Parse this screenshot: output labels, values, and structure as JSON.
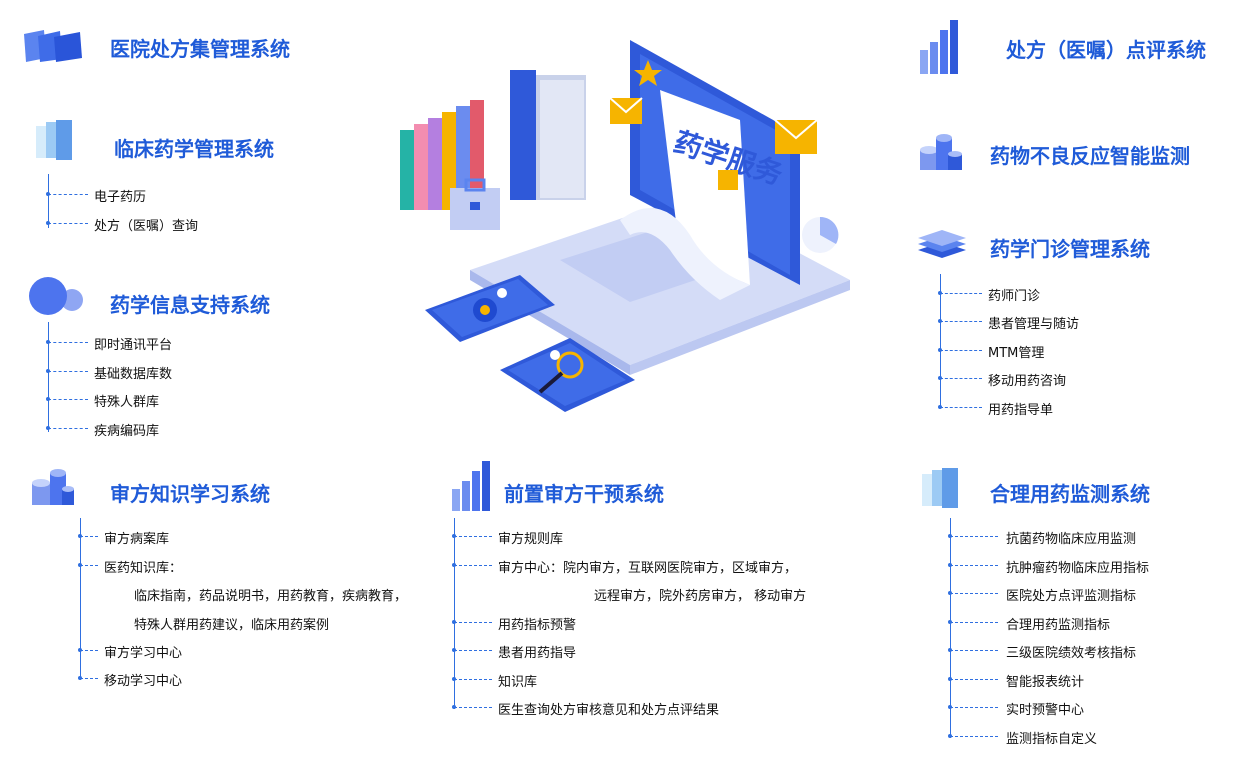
{
  "colors": {
    "accent": "#1f5bd8",
    "line": "#2f6fe0",
    "text": "#111111"
  },
  "systems": {
    "hospital": {
      "title": "医院处方集管理系统",
      "icon": "layers-icon"
    },
    "clinical": {
      "title": "临床药学管理系统",
      "icon": "panels-icon",
      "items": [
        "电子药历",
        "处方（医嘱）查询"
      ]
    },
    "info": {
      "title": "药学信息支持系统",
      "icon": "spheres-icon",
      "items": [
        "即时通讯平台",
        "基础数据库数",
        "特殊人群库",
        "疾病编码库"
      ]
    },
    "knowledge": {
      "title": "审方知识学习系统",
      "icon": "cylinders-icon",
      "items": [
        "审方病案库",
        "医药知识库：",
        "临床指南，药品说明书，用药教育，疾病教育，",
        "特殊人群用药建议，临床用药案例",
        "审方学习中心",
        "移动学习中心"
      ]
    },
    "prereview": {
      "title": "前置审方干预系统",
      "icon": "bar-chart-icon",
      "items": [
        "审方规则库",
        "审方中心：院内审方，互联网医院审方，区域审方，",
        "远程审方，院外药房审方，  移动审方",
        "用药指标预警",
        "患者用药指导",
        "知识库",
        "医生查询处方审核意见和处方点评结果"
      ]
    },
    "review": {
      "title": "处方（医嘱）点评系统",
      "icon": "bar-chart-icon"
    },
    "adverse": {
      "title": "药物不良反应智能监测",
      "icon": "cylinders-icon"
    },
    "clinic": {
      "title": "药学门诊管理系统",
      "icon": "stack-icon",
      "items": [
        "药师门诊",
        "患者管理与随访",
        "MTM管理",
        "移动用药咨询",
        "用药指导单"
      ]
    },
    "rational": {
      "title": "合理用药监测系统",
      "icon": "panels-icon",
      "items": [
        "抗菌药物临床应用监测",
        "抗肿瘤药物临床应用指标",
        "医院处方点评监测指标",
        "合理用药监测指标",
        "三级医院绩效考核指标",
        "智能报表统计",
        "实时预警中心",
        "监测指标自定义"
      ]
    }
  },
  "illustration": {
    "document_text": "药学服务"
  }
}
